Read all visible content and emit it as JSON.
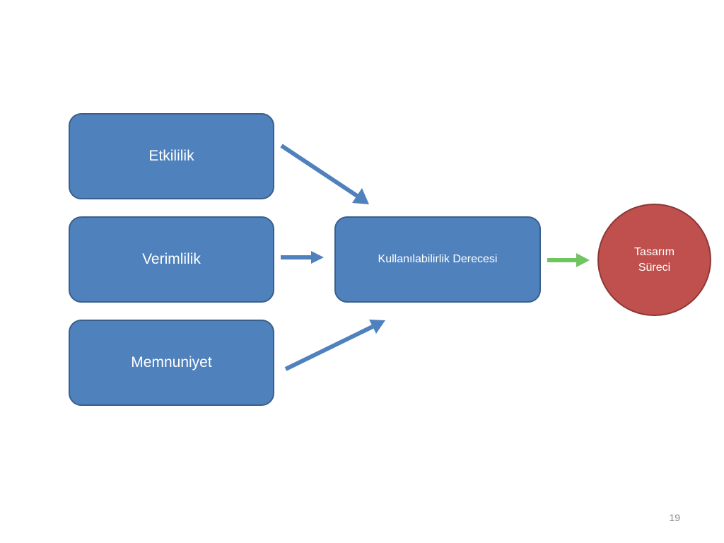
{
  "inputs": {
    "etkililik": "Etkililik",
    "verimlilik": "Verimlilik",
    "memnuniyet": "Memnuniyet"
  },
  "center": {
    "label": "Kullanılabilirlik Derecesi"
  },
  "output": {
    "line1": "Tasarım",
    "line2": "Süreci"
  },
  "page_number": "19",
  "colors": {
    "box_fill": "#4f81bd",
    "box_border": "#3a5f8a",
    "circle_fill": "#c0504d",
    "circle_border": "#8c3836",
    "input_arrow": "#4f81bd",
    "output_arrow": "#70c462",
    "page_number": "#8a8a8a"
  }
}
